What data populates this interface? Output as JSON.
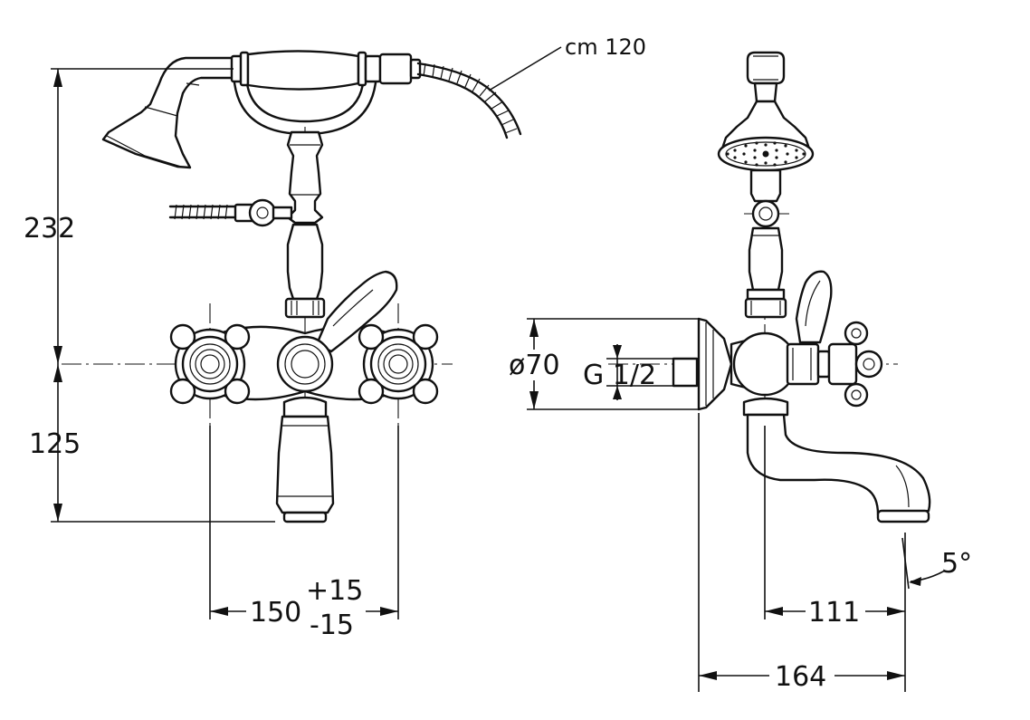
{
  "dimensions": {
    "hose_length": "cm 120",
    "height_above_axis": "232",
    "height_below_axis": "125",
    "center_distance": "150",
    "tolerance_plus": "+15",
    "tolerance_minus": "-15",
    "flange_diameter": "ø70",
    "thread": "G 1/2",
    "spout_reach": "111",
    "overall_depth": "164",
    "spout_angle": "5°"
  }
}
